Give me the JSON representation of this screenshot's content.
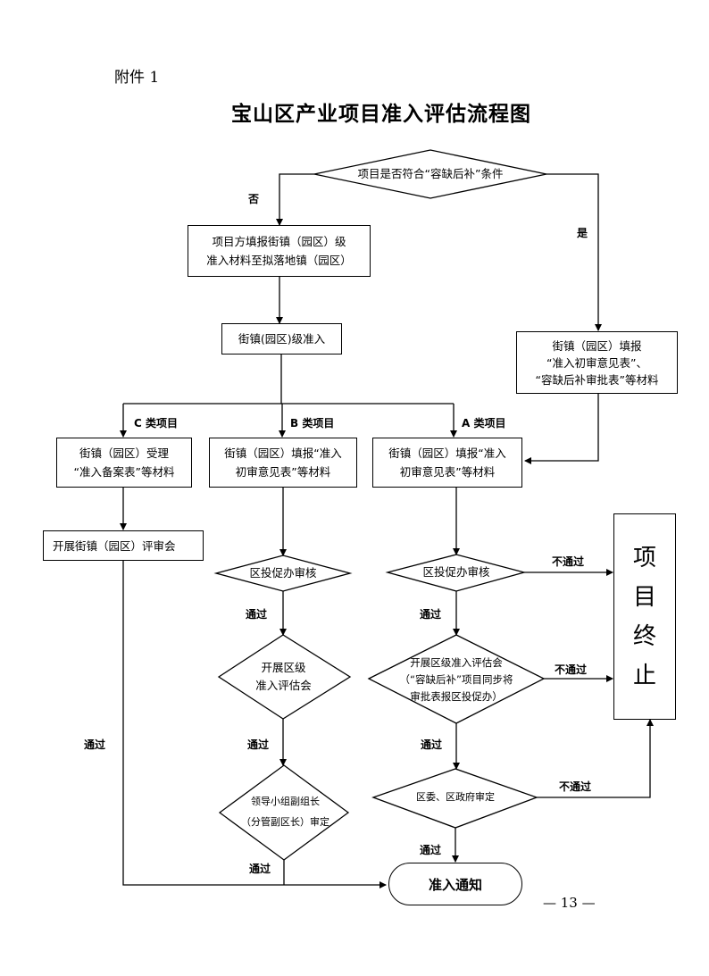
{
  "header": {
    "attachment": "附件 1",
    "title": "宝山区产业项目准入评估流程图"
  },
  "nodes": {
    "start_decision": "项目是否符合“容缺后补”条件",
    "submit_materials": [
      "项目方填报街镇（园区）级",
      "准入材料至拟落地镇（园区）"
    ],
    "town_admission": "街镇(园区)级准入",
    "yes_fill": [
      "街镇（园区）填报",
      "“准入初审意见表”、",
      "“容缺后补审批表”等材料"
    ],
    "c_accept": [
      "街镇（园区）受理",
      "“准入备案表”等材料"
    ],
    "b_fill": [
      "街镇（园区）填报“准入",
      "初审意见表”等材料"
    ],
    "a_fill": [
      "街镇（园区）填报“准入",
      "初审意见表”等材料"
    ],
    "c_review_meeting": "开展街镇（园区）评审会",
    "b_office_review": "区投促办审核",
    "a_office_review": "区投促办审核",
    "b_eval_meeting": [
      "开展区级",
      "准入评估会"
    ],
    "a_eval_meeting": [
      "开展区级准入评估会",
      "（“容缺后补”项目同步将",
      "审批表报区投促办）"
    ],
    "b_leader_review": [
      "领导小组副组长",
      "（分管副区长）审定"
    ],
    "a_gov_review": "区委、区政府审定",
    "terminate": [
      "项",
      "目",
      "终",
      "止"
    ],
    "admission_notice": "准入通知"
  },
  "labels": {
    "no": "否",
    "yes": "是",
    "c_class": "C 类项目",
    "b_class": "B 类项目",
    "a_class": "A 类项目",
    "pass": "通过",
    "fail": "不通过"
  },
  "footer": {
    "page_number": "— 13 —"
  }
}
